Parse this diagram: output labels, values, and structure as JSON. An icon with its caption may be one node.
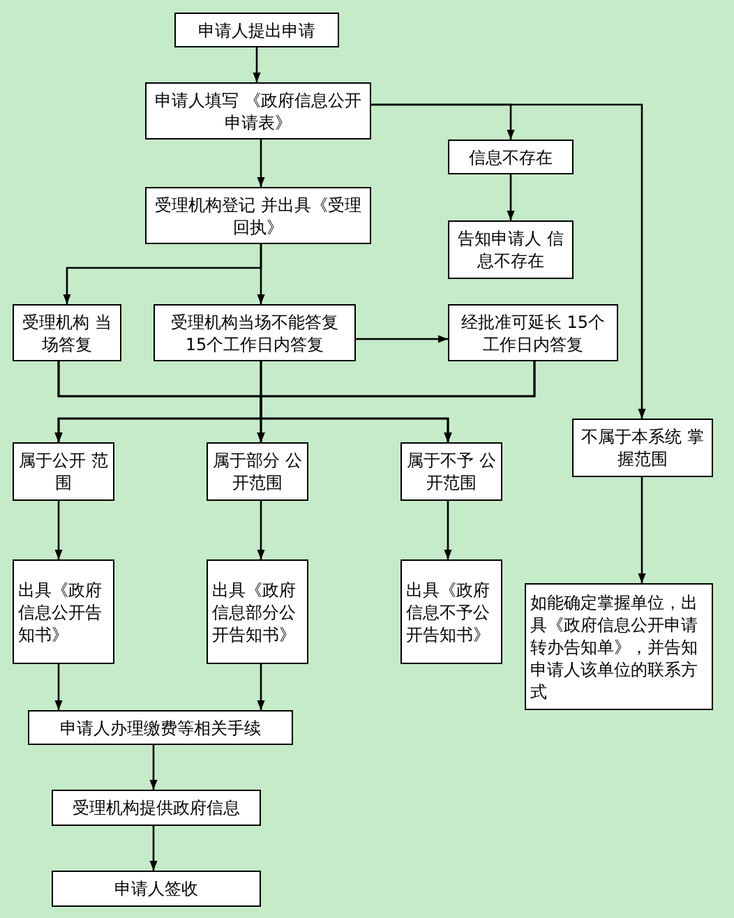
{
  "diagram": {
    "nodes": [
      {
        "text": [
          "申请人提出申请"
        ]
      },
      {
        "text": [
          "申请人填写 《政府信息公开申请表》"
        ]
      },
      {
        "text": [
          "信息不存在"
        ]
      },
      {
        "text": [
          "告知申请人 信息不存在"
        ]
      },
      {
        "text": [
          "受理机构登记 并出具《受理回执》"
        ]
      },
      {
        "text": [
          "受理机构 当场答复"
        ]
      },
      {
        "text": [
          "受理机构当场不能答复 15个工作日内答复"
        ]
      },
      {
        "text": [
          "经批准可延长 15个工作日内答复"
        ]
      },
      {
        "text": [
          "属于公开 范围"
        ]
      },
      {
        "text": [
          "属于部分 公开范围"
        ]
      },
      {
        "text": [
          "属于不予 公开范围"
        ]
      },
      {
        "text": [
          "不属于本系统 掌握范围"
        ]
      },
      {
        "text": [
          "出具《政府信息公开告知书》"
        ]
      },
      {
        "text": [
          "出具《政府信息部分公开告知书》"
        ]
      },
      {
        "text": [
          "出具《政府信息不予公开告知书》"
        ]
      },
      {
        "text": [
          "如能确定掌握单位，出具《政府信息公开申请转办告知单》，并告知申请人该单位的联系方式"
        ]
      },
      {
        "text": [
          "申请人办理缴费等相关手续"
        ]
      },
      {
        "text": [
          "受理机构提供政府信息"
        ]
      },
      {
        "text": [
          "申请人签收"
        ]
      }
    ],
    "edges": [
      {
        "from": 0,
        "to": 1,
        "arrow": "to"
      },
      {
        "from": 1,
        "to": 2,
        "arrow": "to"
      },
      {
        "from": 1,
        "to": 11,
        "arrow": "to"
      },
      {
        "from": 1,
        "to": 4,
        "arrow": "to"
      },
      {
        "from": 2,
        "to": 3,
        "arrow": "to"
      },
      {
        "from": 4,
        "to": 5,
        "arrow": "to"
      },
      {
        "from": 4,
        "to": 6,
        "arrow": "to"
      },
      {
        "from": 6,
        "to": 7,
        "arrow": "to"
      },
      {
        "from": 5,
        "to": 8,
        "arrow": "to"
      },
      {
        "from": 5,
        "to": 9,
        "arrow": "to"
      },
      {
        "from": 5,
        "to": 10,
        "arrow": "to"
      },
      {
        "from": 6,
        "to": 8,
        "arrow": "to"
      },
      {
        "from": 6,
        "to": 9,
        "arrow": "to"
      },
      {
        "from": 6,
        "to": 10,
        "arrow": "to"
      },
      {
        "from": 7,
        "to": 8,
        "arrow": "to"
      },
      {
        "from": 7,
        "to": 9,
        "arrow": "to"
      },
      {
        "from": 7,
        "to": 10,
        "arrow": "to"
      },
      {
        "from": 8,
        "to": 12,
        "arrow": "to"
      },
      {
        "from": 9,
        "to": 13,
        "arrow": "to"
      },
      {
        "from": 10,
        "to": 14,
        "arrow": "to"
      },
      {
        "from": 11,
        "to": 15,
        "arrow": "to"
      },
      {
        "from": 12,
        "to": 16,
        "arrow": "to"
      },
      {
        "from": 13,
        "to": 16,
        "arrow": "to"
      },
      {
        "from": 16,
        "to": 17,
        "arrow": "to"
      },
      {
        "from": 17,
        "to": 18,
        "arrow": "to"
      }
    ]
  }
}
